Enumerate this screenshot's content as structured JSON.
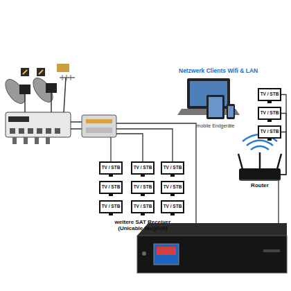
{
  "diagram": {
    "nodes": [
      {
        "text": [
          "TV / STB"
        ]
      },
      {
        "text": [
          "TV / STB"
        ]
      },
      {
        "text": [
          "TV / STB"
        ]
      },
      {
        "text": [
          "TV / STB"
        ]
      },
      {
        "text": [
          "TV / STB"
        ]
      },
      {
        "text": [
          "TV / STB"
        ]
      },
      {
        "text": [
          "TV / STB"
        ]
      },
      {
        "text": [
          "TV / STB"
        ]
      },
      {
        "text": [
          "TV / STB"
        ]
      },
      {
        "text": [
          "TV / STB"
        ]
      },
      {
        "text": [
          "TV / STB"
        ]
      },
      {
        "text": [
          "TV / STB"
        ]
      },
      {
        "text": [
          "Router"
        ]
      }
    ],
    "edges": [
      {
        "from": 12,
        "to": 0,
        "arrow": "none"
      },
      {
        "from": 12,
        "to": 1,
        "arrow": "none"
      },
      {
        "from": 12,
        "to": 2,
        "arrow": "none"
      }
    ],
    "labels": [
      "Netzwerk Clients Wifi & LAN",
      "mobile Endgeräte",
      "weitere SAT Receiver (Unicable tauglich)"
    ]
  }
}
